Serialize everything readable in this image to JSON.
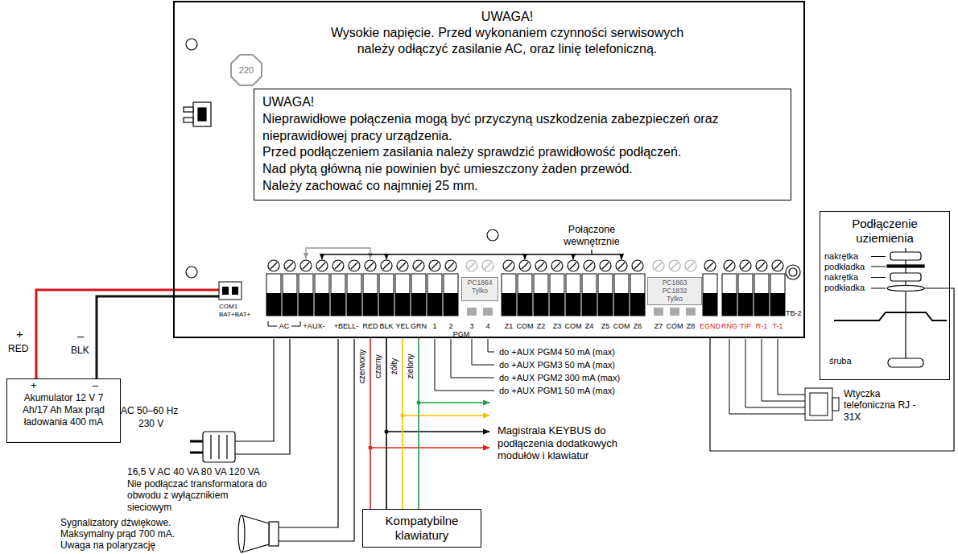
{
  "diagram": {
    "nodes": [
      {
        "text": [
          "UWAGA!",
          "Wysokie napięcie. Przed wykonaniem czynności serwisowych należy odłączyć zasilanie AC, oraz linię telefoniczną."
        ]
      },
      {
        "text": [
          "220"
        ],
        "in": 0
      },
      {
        "text": [
          "UWAGA!",
          "Nieprawidłowe połączenia mogą być przyczyną uszkodzenia zabezpieczeń oraz nieprawidłowej pracy urządzenia.",
          "Przed podłączeniem zasilania należy sprawdzić prawidłowość podłączeń.",
          "Nad płytą główną nie powinien być umieszczony żaden przewód.",
          "Należy zachować co najmniej 25 mm."
        ],
        "in": 0
      },
      {
        "text": [
          "PC1864",
          "Tylko"
        ],
        "in": 0
      },
      {
        "text": [
          "PC1863 PC1832",
          "Tylko"
        ],
        "in": 0
      },
      {
        "text": [
          "Akumulator 12 V 7 Ah/17 Ah Max prąd ładowania 400 mA"
        ]
      },
      {
        "text": [
          "Kompatybilne klawiatury"
        ]
      },
      {
        "text": [
          "Podłączenie uziemienia"
        ]
      }
    ],
    "edges": [
      {
        "from": 5,
        "to": 0,
        "arrow": "none"
      },
      {
        "from": 5,
        "to": 0,
        "arrow": "none"
      },
      {
        "from": 6,
        "to": 0,
        "arrow": "none"
      },
      {
        "from": 6,
        "to": 0,
        "arrow": "none"
      },
      {
        "from": 6,
        "to": 0,
        "arrow": "none"
      },
      {
        "from": 6,
        "to": 0,
        "arrow": "none"
      },
      {
        "from": 7,
        "to": 0,
        "arrow": "none"
      }
    ],
    "labels": [
      "AC",
      "+AUX-",
      "+BELL-",
      "RED",
      "BLK",
      "YEL",
      "GRN",
      "1",
      "2",
      "3",
      "4",
      "PGM",
      "Z1",
      "COM",
      "Z2",
      "Z3",
      "COM",
      "Z4",
      "Z5",
      "COM",
      "Z6",
      "Z7",
      "COM",
      "Z8",
      "EGND",
      "RNG",
      "TIP",
      "R-1",
      "T-1",
      "TB-2",
      "Połączone wewnętrznie",
      "COM1",
      "BAT+BAT+",
      "do +AUX PGM4 50 mA (max)",
      "do +AUX PGM3 50 mA (max)",
      "do +AUX PGM2 300 mA (max)",
      "do +AUX PGM1 50 mA (max)",
      "czerwony",
      "czarny",
      "żółty",
      "zielony",
      "Magistrala KEYBUS do podłączenia dodatkowych modułów i klawiatur",
      "+",
      "RED",
      "–",
      "BLK",
      "+",
      "–",
      "AC 50–60 Hz",
      "230 V",
      "16,5 V AC 40 VA 80 VA 120 VA",
      "Nie podłączać transformatora do obwodu z wyłącznikiem sieciowym",
      "Sygnalizatory dźwiękowe.",
      "Maksymalny prąd 700 mA.",
      "Uwaga na polaryzację",
      "Wtyczka telefoniczna RJ - 31X",
      "nakrętka",
      "podkładka",
      "nakrętka",
      "podkładka",
      "śruba"
    ]
  }
}
